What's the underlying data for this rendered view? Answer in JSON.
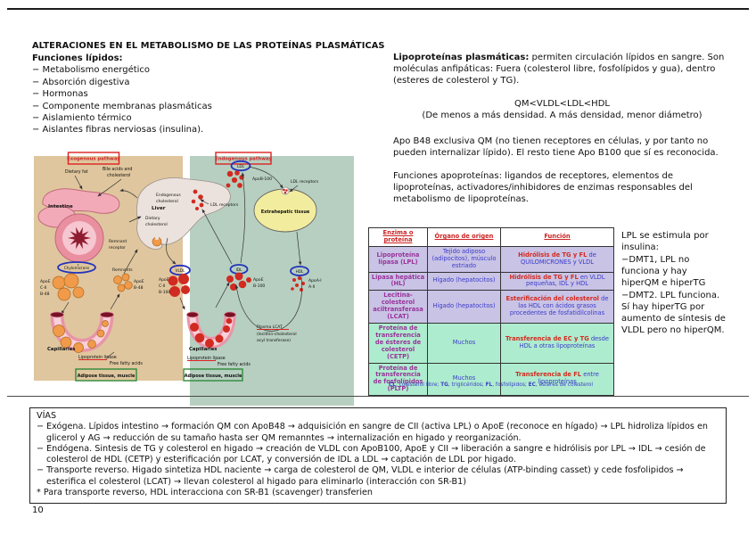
{
  "title": "ALTERACIONES EN EL METABOLISMO DE LAS PROTEÍNAS PLASMÁTICAS",
  "page": {
    "number": "10"
  },
  "left_column": {
    "heading": "Funciones lípidos:",
    "items": [
      "− Metabolismo energético",
      "− Absorción digestiva",
      "− Hormonas",
      "− Componente membranas plasmáticas",
      "− Aislamiento térmico",
      "− Aislantes fibras nerviosas (insulina)."
    ]
  },
  "right_column": {
    "p1_bold": "Lipoproteínas plasmáticas:",
    "p1_rest": " permiten circulación lípidos en sangre. Son moléculas anfipáticas: Fuera (colesterol libre, fosfolípidos y gua), dentro (esteres de colesterol y TG).",
    "center1": "QM<VLDL<LDL<HDL",
    "center2": "(De menos a más densidad. A más densidad, menor diámetro)",
    "p2": "Apo B48 exclusiva QM (no tienen receptores en células, y por tanto no pueden internalizar lípido). El resto tiene Apo B100 que sí es reconocida.",
    "p3": "Funciones apoproteínas: ligandos de receptores, elementos de lipoproteínas, activadores/inhibidores de enzimas responsables del metabolismo de lipoproteínas."
  },
  "side_note": {
    "lines": [
      "LPL se estimula por insulina:",
      "−DMT1, LPL no funciona y hay hiperQM e hiperTG",
      "−DMT2. LPL funciona. Sí hay hiperTG por aumento de síntesis de VLDL pero no hiperQM."
    ]
  },
  "table": {
    "headers": [
      "Enzima o proteína",
      "Órgano de origen",
      "Función"
    ],
    "rows": [
      {
        "enzyme": "Lipoproteína lipasa (LPL)",
        "organ": "Tejido adiposo (adipocitos), músculo estriado",
        "func_bold": "Hidrólisis de TG y FL",
        "func_rest": " de QUILOMICRONES y VLDL"
      },
      {
        "enzyme": "Lipasa hepática (HL)",
        "organ": "Hígado (hepatocitos)",
        "func_bold": "Hidrólisis de TG y FL",
        "func_rest": " en VLDL pequeñas, IDL y HDL"
      },
      {
        "enzyme": "Lecitina-colesterol aciltransferasa (LCAT)",
        "organ": "Hígado (hepatocitos)",
        "func_bold": "Esterificación del colesterol",
        "func_rest": " de las HDL con ácidos grasos procedentes de fosfatidilcolinas"
      },
      {
        "enzyme": "Proteína de transferencia de ésteres de colesterol (CETP)",
        "organ": "Muchos",
        "func_bold": "Transferencia de EC y TG",
        "func_rest": " desde HDL a otras lipoproteínas"
      },
      {
        "enzyme": "Proteína de transferencia de fosfolípidos (PLTP)",
        "organ": "Muchos",
        "func_bold": "Transferencia de FL",
        "func_rest": " entre lipoproteínas"
      }
    ],
    "footnote": [
      {
        "abbr": "CL",
        "rest": ", colesterol libre; "
      },
      {
        "abbr": "TG",
        "rest": ", triglicéridos; "
      },
      {
        "abbr": "FL",
        "rest": ", fosfolípidos; "
      },
      {
        "abbr": "EC",
        "rest": ", ésteres de colesterol"
      }
    ]
  },
  "vias": {
    "title": "VÍAS",
    "items": [
      "− Exógena. Lípidos intestino → formación QM con ApoB48 → adquisición en sangre de CII (activa LPL) o ApoE (reconoce en hígado) → LPL hidroliza lípidos en glicerol y AG → reducción de su tamaño hasta ser QM remanntes → internalización en higado y reorganización.",
      "− Endógena. Sintesis de TG y colesterol en higado → creación de VLDL con ApoB100, ApoE y CII → liberación a sangre e hidrólisis por LPL → IDL → cesión de colesterol de HDL (CETP) y esterificación por LCAT, y conversión de IDL a LDL → captación de LDL por higado.",
      "− Transporte reverso. Higado sintetiza HDL naciente → carga de colesterol de QM, VLDL e interior de células (ATP-binding casset) y cede fosfolipidos → esterifica el colesterol (LCAT) → llevan colesterol al higado para eliminarlo (interacción con SR-B1)",
      "* Para transporte reverso, HDL interacciona con SR-B1 (scavenger) transferien"
    ]
  },
  "diagram": {
    "exogenous_title": "Exogenous pathway",
    "endogenous_title": "Endogenous pathway",
    "dietary_fat": "Dietary fat",
    "bile_acids": [
      "Bile acids and",
      "cholesterol"
    ],
    "intestine": "Intestine",
    "liver": "Liver",
    "endogenous_cholesterol": [
      "Endogenous",
      "cholesterol"
    ],
    "dietary_cholesterol": [
      "Dietary",
      "cholesterol"
    ],
    "remnant_receptor": [
      "Remnant",
      "receptor"
    ],
    "remnants": "Remnants",
    "chylomicrons": "Chylomicrons",
    "apoe": "ApoE",
    "cii": "C-II",
    "b48": "B-48",
    "b100": "B-100",
    "apob100": "ApoB-100",
    "capillaries": "Capillaries",
    "lipoprotein_lipase": "Lipoprotein lipase",
    "free_fatty_acids": "Free fatty acids",
    "adipose": "Adipose tissue, muscle",
    "ldl": "LDL",
    "vldl": "VLDL",
    "idl": "IDL",
    "hdl": "HDL",
    "ldl_receptors": "LDL receptors",
    "extrahepatic": "Extrahepatic tissue",
    "apoa1": "ApoA-I",
    "a2": "A-II",
    "plasma_lcat": [
      "Plasma LCAT",
      "(lecithin-cholesterol",
      "acyl transferase)"
    ]
  },
  "colors": {
    "accent_red": "#cc2222",
    "table_lavender": "#c9c3e6",
    "table_mint": "#aeeccf",
    "enzyme_purple": "#993399",
    "body_blue": "#3b3bc8",
    "panel_tan": "#dfc69e",
    "panel_sage": "#b7cfc0"
  }
}
